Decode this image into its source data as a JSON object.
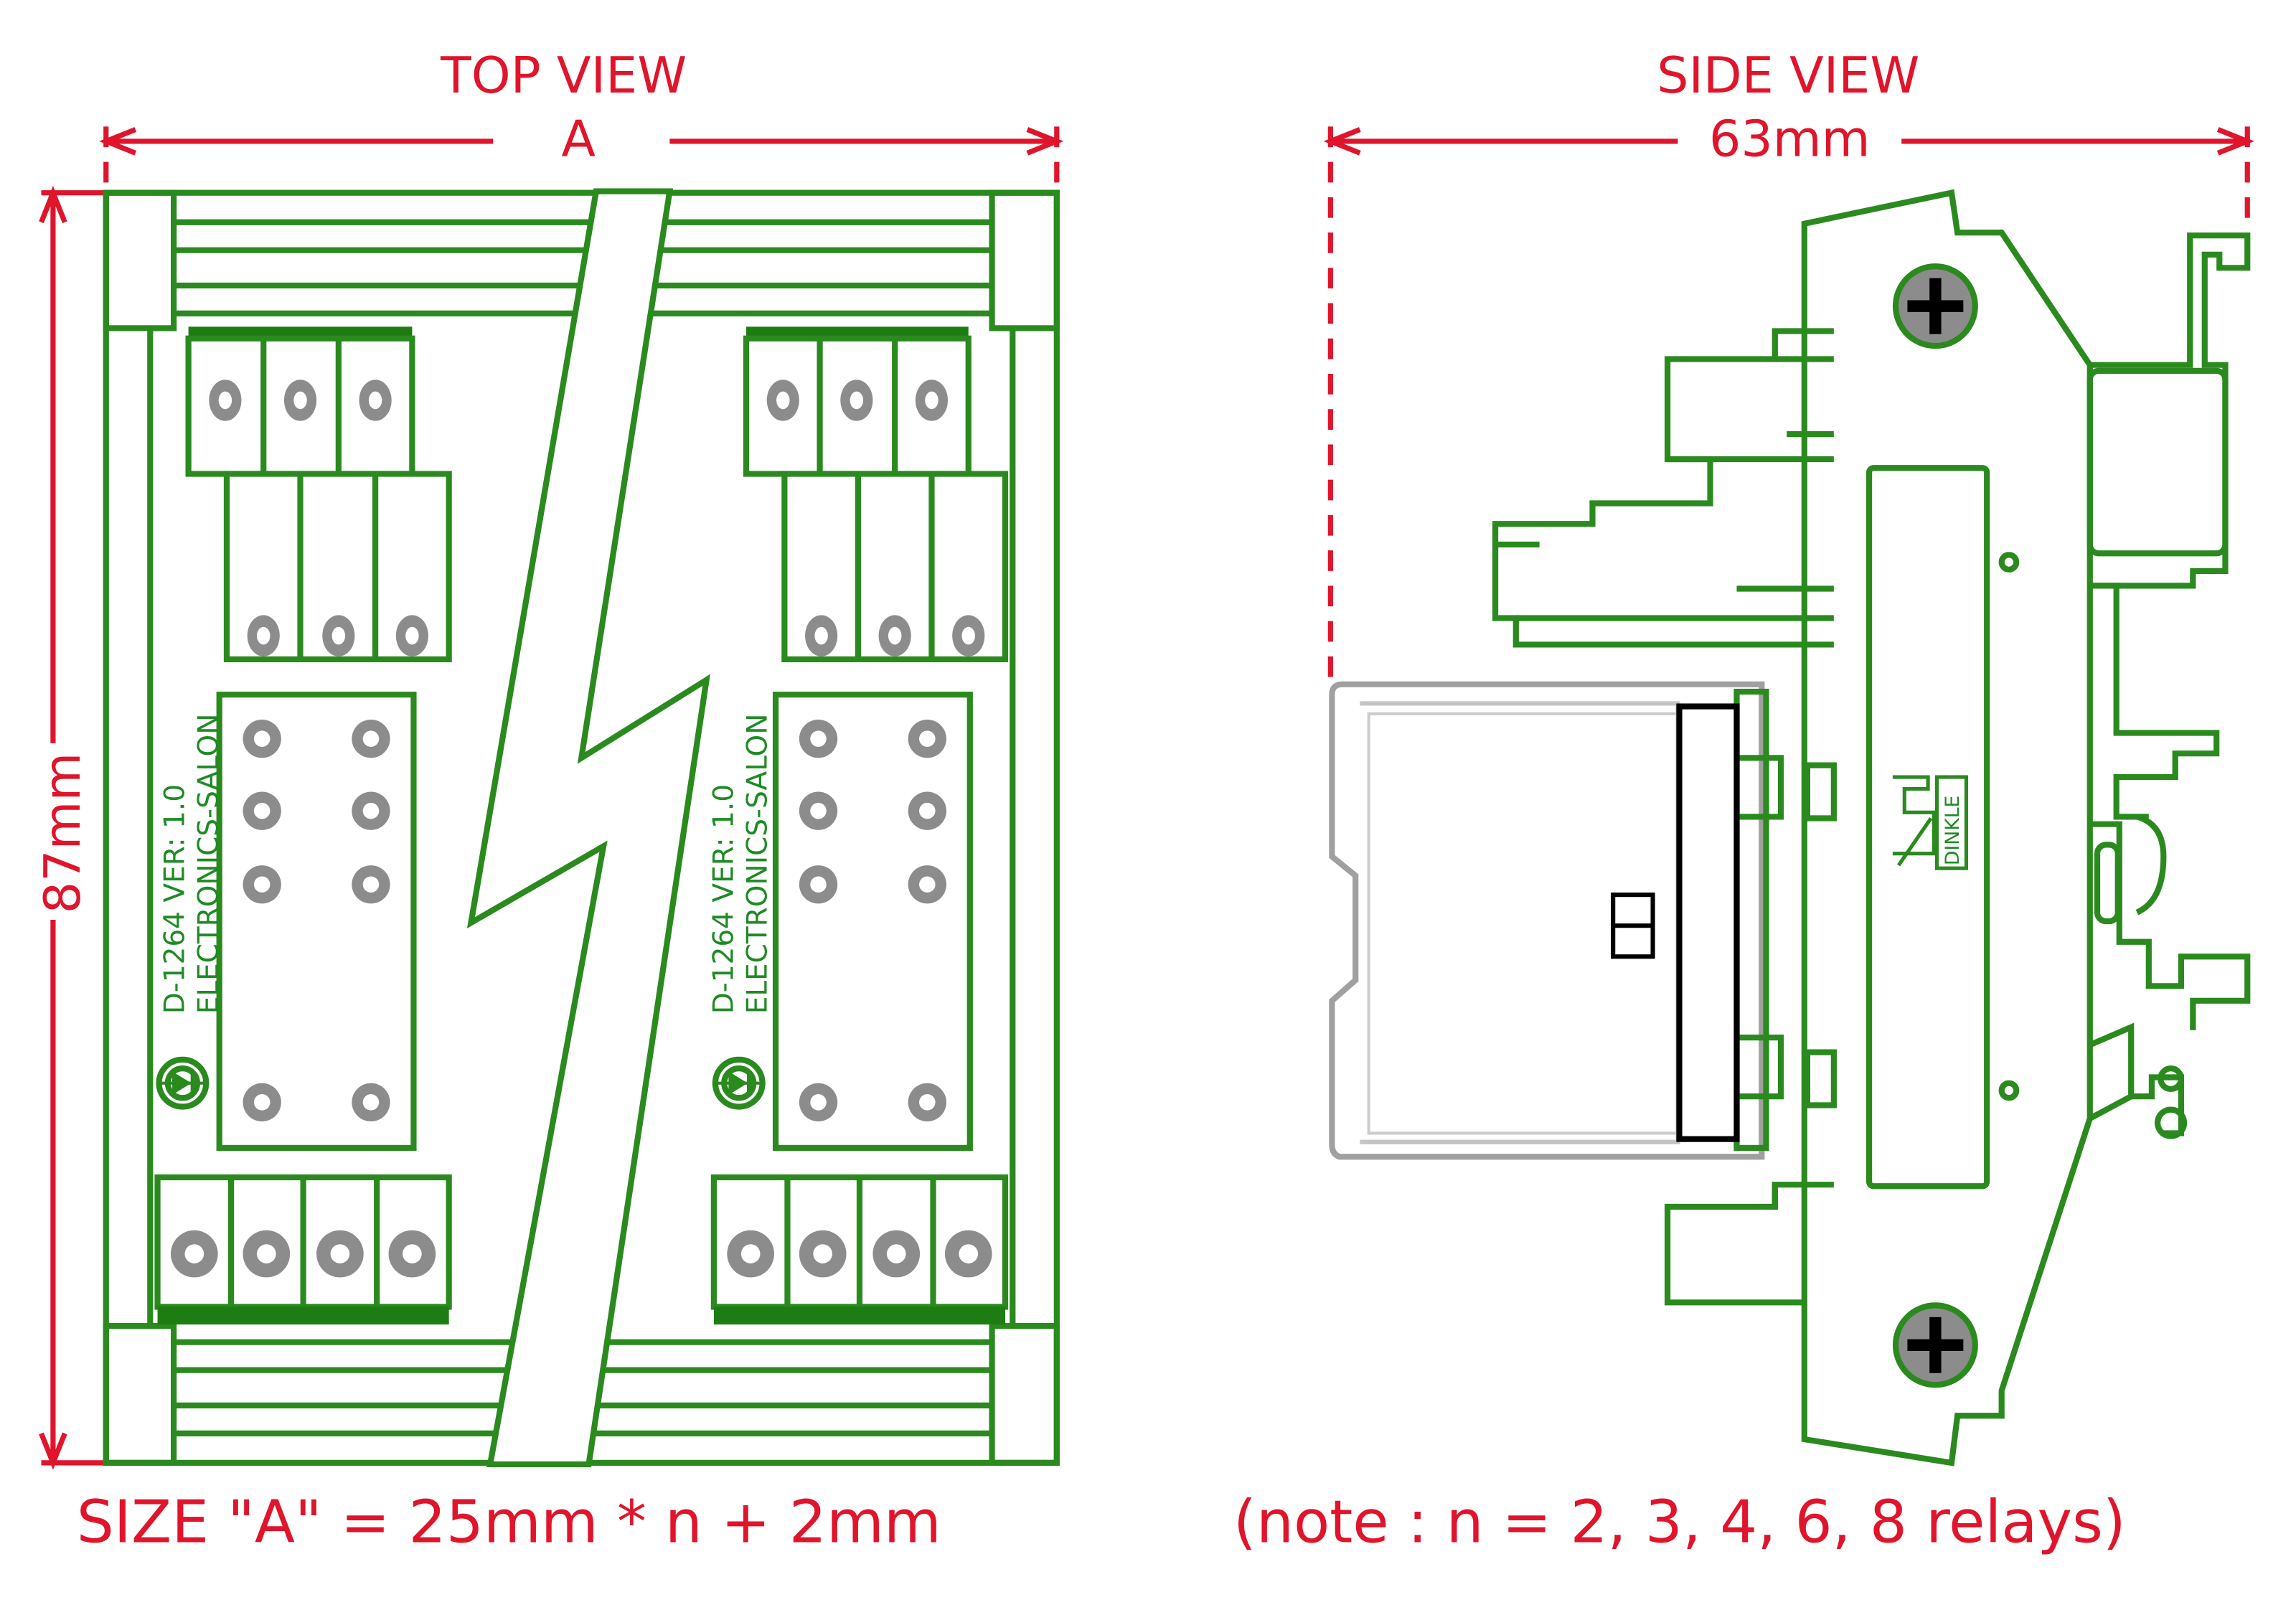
{
  "views": {
    "top_title": "TOP VIEW",
    "side_title": "SIDE VIEW"
  },
  "dimensions": {
    "width_label": "A",
    "height_label": "87mm",
    "side_width_label": "63mm"
  },
  "board": {
    "model_text": "D-1264 VER: 1.0",
    "maker_text": "ELECTRONICS-SALON"
  },
  "relay_socket": {
    "brand_text": "DINKLE"
  },
  "footer": {
    "formula_text": "SIZE \"A\" = 25mm * n + 2mm",
    "note_text": "(note : n = 2, 3, 4, 6, 8 relays)"
  },
  "colors": {
    "dimension": "#e0142b",
    "outline": "#2a8a1e",
    "terminal_bar": "#1e7d12",
    "screw": "#8c8c8c",
    "relay_cover": "#a0a0a0"
  },
  "icons": [
    "phillips-screw-icon",
    "diode-icon",
    "dinkle-logo-icon"
  ]
}
